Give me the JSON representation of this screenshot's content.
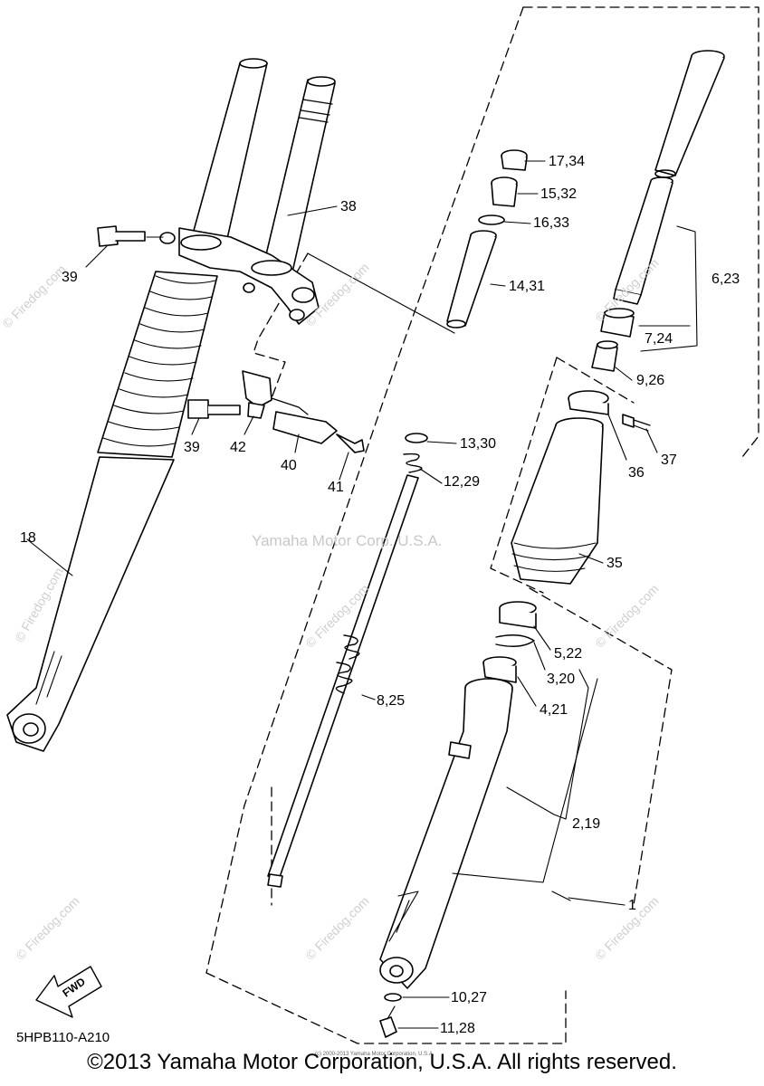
{
  "diagram_code": "5HPB110-A210",
  "copyright": "©2013 Yamaha Motor Corporation, U.S.A. All rights reserved.",
  "fine_print": "(c) 2000-2013 Yamaha Motor Corporation, U.S.A.",
  "watermark_center": "Yamaha Motor Corp. U.S.A.",
  "watermark_site": "© Firedog.com",
  "fwd_label": "FWD",
  "callouts": {
    "c1": "1",
    "c2_19": "2,19",
    "c3_20": "3,20",
    "c4_21": "4,21",
    "c5_22": "5,22",
    "c6_23": "6,23",
    "c7_24": "7,24",
    "c8_25": "8,25",
    "c9_26": "9,26",
    "c10_27": "10,27",
    "c11_28": "11,28",
    "c12_29": "12,29",
    "c13_30": "13,30",
    "c14_31": "14,31",
    "c15_32": "15,32",
    "c16_33": "16,33",
    "c17_34": "17,34",
    "c18": "18",
    "c35": "35",
    "c36": "36",
    "c37": "37",
    "c38": "38",
    "c39a": "39",
    "c39b": "39",
    "c40": "40",
    "c41": "41",
    "c42": "42"
  }
}
